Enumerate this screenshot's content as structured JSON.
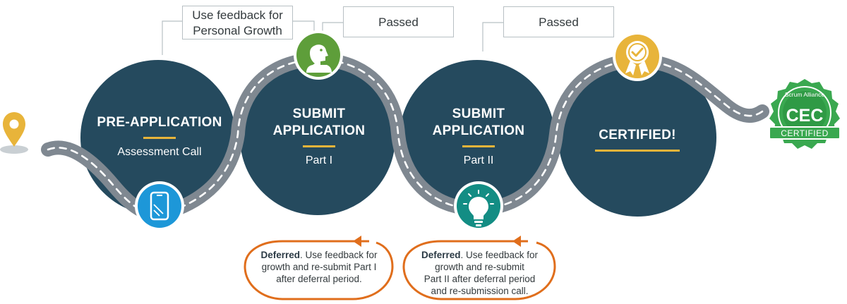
{
  "colors": {
    "circle": "#254a5e",
    "road": "#7f8891",
    "road_dash": "#ffffff",
    "accent_gold": "#e8b43a",
    "deferral_orange": "#e06e1c",
    "icon_green": "#5e9e3a",
    "icon_blue": "#1d97d8",
    "icon_teal": "#138d84",
    "badge_green": "#3aa850"
  },
  "stages": [
    {
      "title_line1": "PRE-APPLICATION",
      "title_line2": "",
      "subtitle": "Assessment Call"
    },
    {
      "title_line1": "SUBMIT",
      "title_line2": "APPLICATION",
      "subtitle": "Part I"
    },
    {
      "title_line1": "SUBMIT",
      "title_line2": "APPLICATION",
      "subtitle": "Part II"
    },
    {
      "title_line1": "CERTIFIED!",
      "title_line2": "",
      "subtitle": ""
    }
  ],
  "callouts": {
    "feedback_line1": "Use feedback for",
    "feedback_line2": "Personal Growth",
    "passed_1": "Passed",
    "passed_2": "Passed"
  },
  "deferral_notes": [
    {
      "bold": "Deferred",
      "rest_line1": ". Use feedback for",
      "line2": "growth and re-submit Part I",
      "line3": "after deferral period.",
      "line4": ""
    },
    {
      "bold": "Deferred",
      "rest_line1": ". Use feedback for",
      "line2": "growth and re-submit",
      "line3": "Part II after deferral period",
      "line4": "and re-submission call."
    }
  ],
  "badge": {
    "top_text": "Scrum Alliance",
    "main_text": "CEC",
    "ribbon_text": "CERTIFIED"
  },
  "icons": {
    "start": "location-pin-icon",
    "phone": "mobile-phone-icon",
    "person": "person-profile-icon",
    "idea": "lightbulb-icon",
    "award": "award-ribbon-icon"
  }
}
